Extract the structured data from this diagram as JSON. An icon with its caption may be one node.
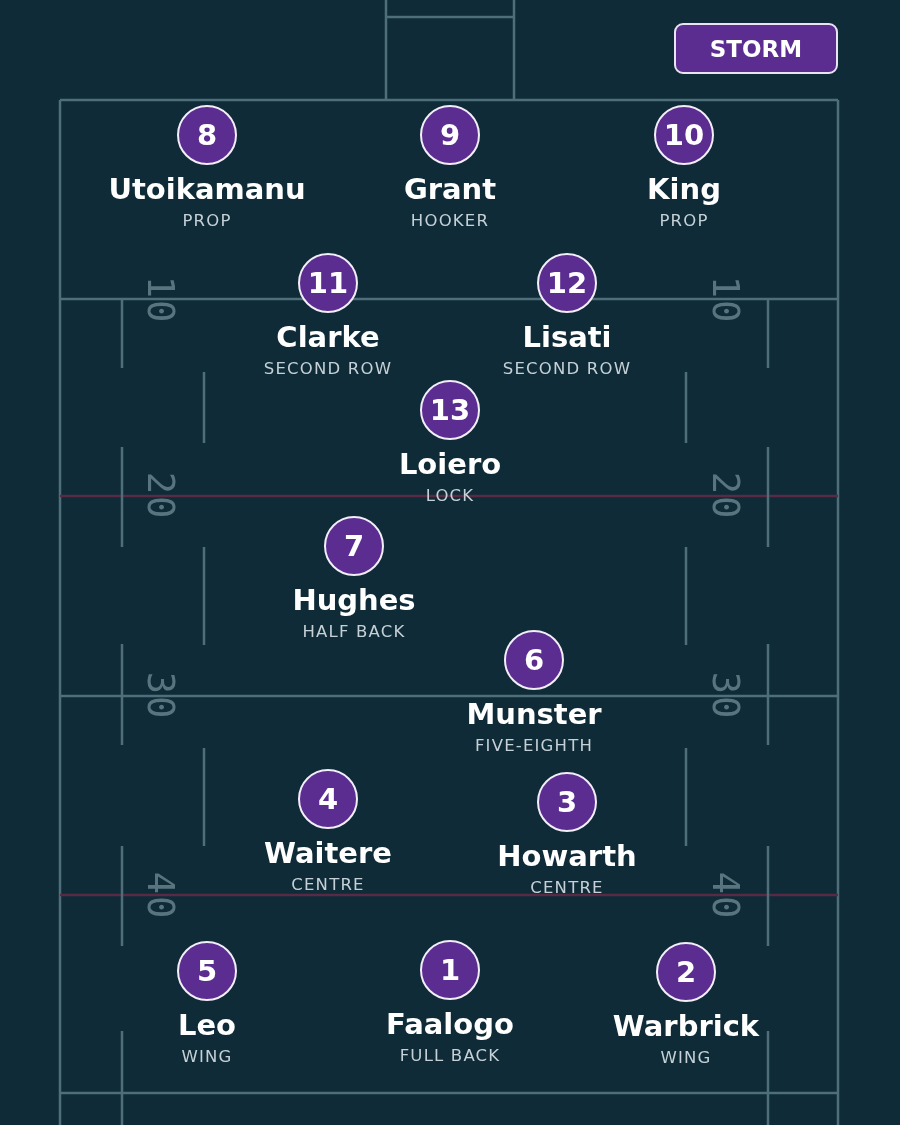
{
  "diagram": {
    "nodes": [
      {
        "text": [
          "STORM"
        ]
      },
      {
        "text": [
          "8"
        ],
        "beside": [
          "Utoikamanu",
          "PROP"
        ]
      },
      {
        "text": [
          "9"
        ],
        "beside": [
          "Grant",
          "HOOKER"
        ]
      },
      {
        "text": [
          "10"
        ],
        "beside": [
          "King",
          "PROP"
        ]
      },
      {
        "text": [
          "11"
        ],
        "beside": [
          "Clarke",
          "SECOND ROW"
        ]
      },
      {
        "text": [
          "12"
        ],
        "beside": [
          "Lisati",
          "SECOND ROW"
        ]
      },
      {
        "text": [
          "13"
        ],
        "beside": [
          "Loiero",
          "LOCK"
        ]
      },
      {
        "text": [
          "7"
        ],
        "beside": [
          "Hughes",
          "HALF BACK"
        ]
      },
      {
        "text": [
          "6"
        ],
        "beside": [
          "Munster",
          "FIVE-EIGHTH"
        ]
      },
      {
        "text": [
          "4"
        ],
        "beside": [
          "Waitere",
          "CENTRE"
        ]
      },
      {
        "text": [
          "3"
        ],
        "beside": [
          "Howarth",
          "CENTRE"
        ]
      },
      {
        "text": [
          "5"
        ],
        "beside": [
          "Leo",
          "WING"
        ]
      },
      {
        "text": [
          "1"
        ],
        "beside": [
          "Faalogo",
          "FULL BACK"
        ]
      },
      {
        "text": [
          "2"
        ],
        "beside": [
          "Warbrick",
          "WING"
        ]
      }
    ],
    "labels": [
      "10",
      "10",
      "20",
      "20",
      "30",
      "30",
      "40",
      "40"
    ]
  }
}
